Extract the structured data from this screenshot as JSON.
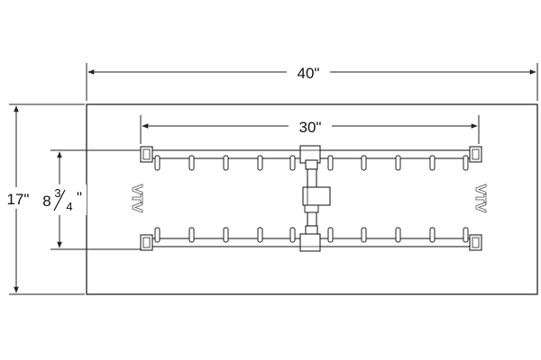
{
  "dimensions": {
    "overall_width": "40\"",
    "overall_depth": "17\"",
    "burner_length": "30\"",
    "burner_spacing_whole": "8",
    "burner_spacing_fraction_num": "3",
    "burner_spacing_fraction_den": "4",
    "burner_spacing_unit": "\""
  },
  "logo_text": "VTV",
  "colors": {
    "line": "#222222",
    "pipe_fill": "#ffffff",
    "logo_stroke": "#666666"
  }
}
